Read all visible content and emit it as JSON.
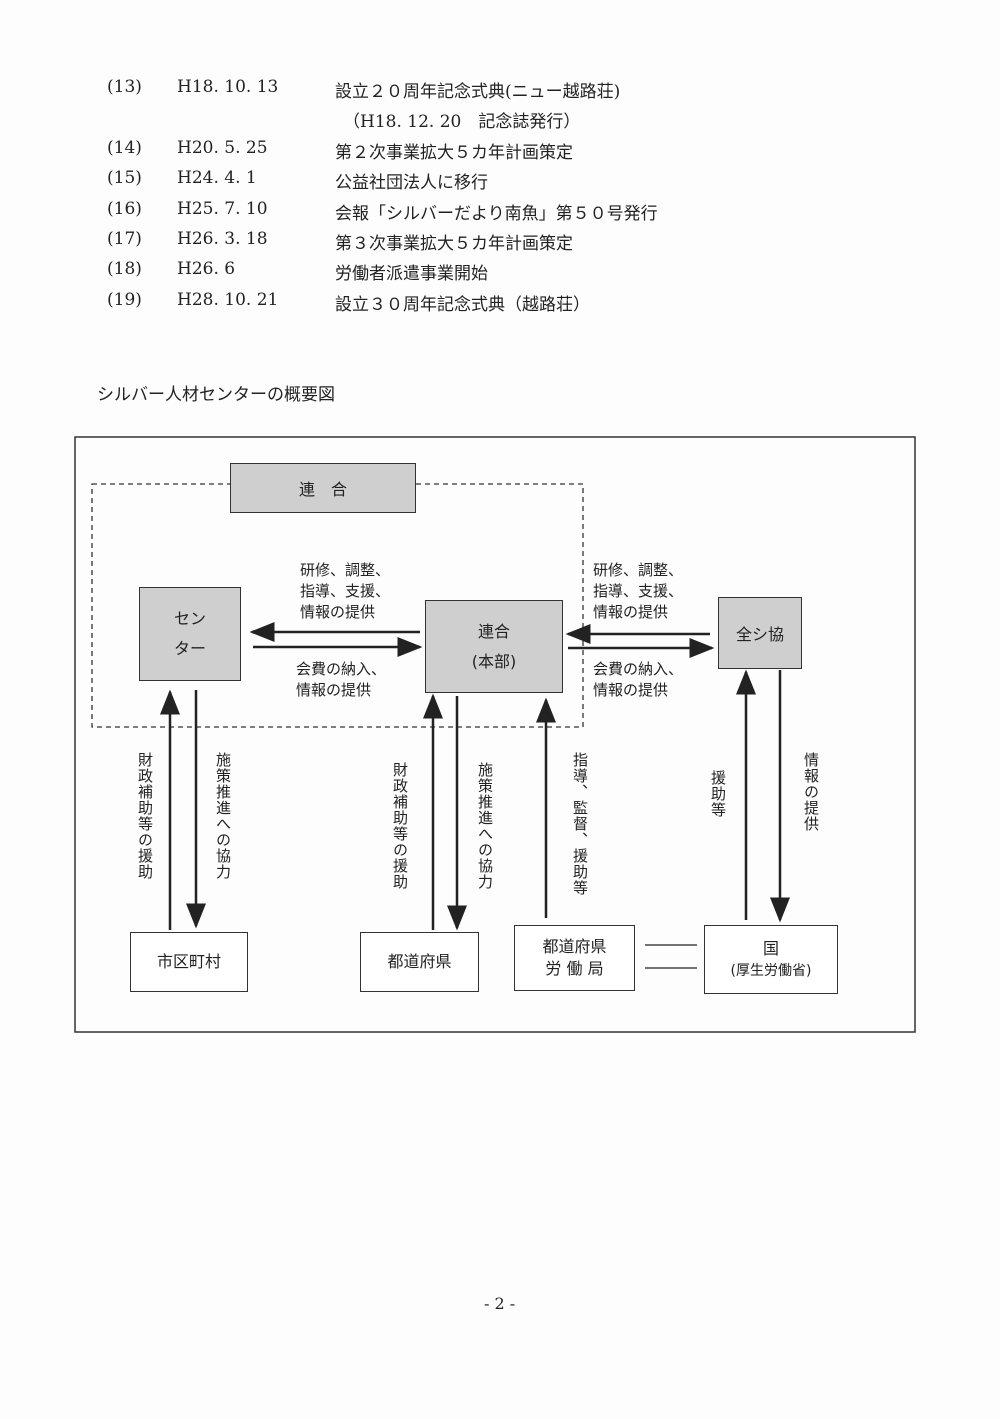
{
  "history": [
    {
      "num": "(13)",
      "date": "H18. 10. 13",
      "text": "設立２０周年記念式典(ニュー越路荘)"
    },
    {
      "num": "",
      "date": "",
      "text": "（H18. 12. 20　記念誌発行）"
    },
    {
      "num": "(14)",
      "date": "H20.  5. 25",
      "text": "第２次事業拡大５カ年計画策定"
    },
    {
      "num": "(15)",
      "date": "H24.  4.  1",
      "text": "公益社団法人に移行"
    },
    {
      "num": "(16)",
      "date": "H25.  7. 10",
      "text": "会報「シルバーだより南魚」第５０号発行"
    },
    {
      "num": "(17)",
      "date": "H26.  3. 18",
      "text": "第３次事業拡大５カ年計画策定"
    },
    {
      "num": "(18)",
      "date": "H26.  6",
      "text": "労働者派遣事業開始"
    },
    {
      "num": "(19)",
      "date": "H28. 10. 21",
      "text": "設立３０周年記念式典（越路荘）"
    }
  ],
  "diagram": {
    "title": "シルバー人材センターの概要図",
    "rengo_top": "連　合",
    "center": [
      "セン",
      "ター"
    ],
    "rengo_honbu": [
      "連合",
      "(本部)"
    ],
    "zenshikyo": "全シ協",
    "left_top_label": [
      "研修、調整、",
      "指導、支援、",
      "情報の提供"
    ],
    "left_bottom_label": [
      "会費の納入、",
      "情報の提供"
    ],
    "right_top_label": [
      "研修、調整、",
      "指導、支援、",
      "情報の提供"
    ],
    "right_bottom_label": [
      "会費の納入、",
      "情報の提供"
    ],
    "v1": "財政補助等の援助",
    "v2": "施策推進への協力",
    "v3": "財政補助等の援助",
    "v4": "施策推進への協力",
    "v5": "指導、監督、援助等",
    "v6": "援助等",
    "v7": "情報の提供",
    "shikuchoson": "市区町村",
    "todofuken": "都道府県",
    "rodokyoku": [
      "都道府県",
      "労 働 局"
    ],
    "kuni": [
      "国",
      "(厚生労働省)"
    ]
  },
  "page_number": "- 2 -"
}
